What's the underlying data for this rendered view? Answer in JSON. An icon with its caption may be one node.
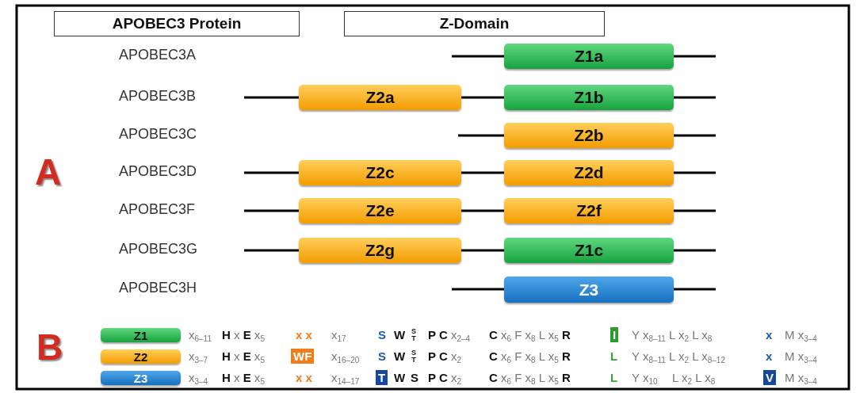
{
  "diagram": {
    "nodes": [
      {
        "text": [
          "APOBEC3  Protein"
        ]
      },
      {
        "text": [
          "Z-Domain"
        ]
      },
      {
        "text": [
          "Z1a"
        ]
      },
      {
        "text": [
          "Z2a"
        ]
      },
      {
        "text": [
          "Z1b"
        ]
      },
      {
        "text": [
          "Z2b"
        ]
      },
      {
        "text": [
          "Z2c"
        ]
      },
      {
        "text": [
          "Z2d"
        ]
      },
      {
        "text": [
          "Z2e"
        ]
      },
      {
        "text": [
          "Z2f"
        ]
      },
      {
        "text": [
          "Z2g"
        ]
      },
      {
        "text": [
          "Z1c"
        ]
      },
      {
        "text": [
          "Z3"
        ]
      },
      {
        "text": [
          "Z1"
        ]
      },
      {
        "text": [
          "Z2"
        ]
      },
      {
        "text": [
          "Z3"
        ]
      }
    ],
    "edges": [
      {
        "from": 3,
        "to": 4,
        "arrow": "none"
      },
      {
        "from": 6,
        "to": 7,
        "arrow": "none"
      },
      {
        "from": 8,
        "to": 9,
        "arrow": "none"
      },
      {
        "from": 10,
        "to": 11,
        "arrow": "none"
      }
    ],
    "labels": [
      "APOBEC3A",
      "APOBEC3B",
      "APOBEC3C",
      "APOBEC3D",
      "APOBEC3F",
      "APOBEC3G",
      "APOBEC3H",
      "A",
      "B",
      "x$_{6–11}$",
      "**H** x **E** x$_{5}$",
      "x x",
      "x$_{17}$",
      "S",
      "W",
      "S T",
      "**P C** x$_{2–4}$",
      "**C** x$_{6}$ F x$_{8}$ L x$_{5}$ **R**",
      "I",
      "Y x$_{8–11}$ L x$_{2}$ L x$_{8}$",
      "x",
      "M x$_{3–4}$",
      "x$_{3–7}$",
      "**H** x **E** x$_{5}$",
      "WF",
      "x$_{16–20}$",
      "S",
      "W",
      "S T",
      "**P C** x$_{2}$",
      "**C** x$_{6}$ F x$_{8}$ L x$_{5}$ **R**",
      "L",
      "Y x$_{8–11}$ L x$_{2}$ L x$_{8–12}$",
      "x",
      "M x$_{3–4}$",
      "x$_{3–4}$",
      "**H** x **E** x$_{5}$",
      "x x",
      "x$_{14–17}$",
      "T",
      "W",
      "S",
      "**P C** x$_{2}$",
      "**C** x$_{6}$ F x$_{8}$ L x$_{5}$ **R**",
      "L",
      "Y x$_{10}$",
      "L x$_{2}$ L x$_{8}$",
      "V",
      "M x$_{3–4}$"
    ]
  }
}
